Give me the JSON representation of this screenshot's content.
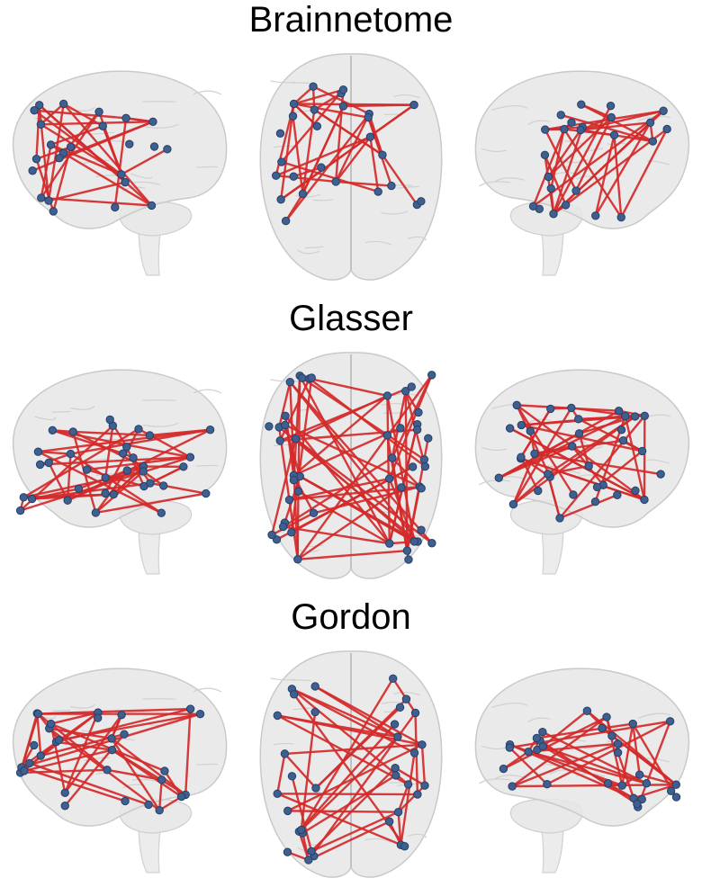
{
  "atlases": [
    {
      "title": "Brainnetome"
    },
    {
      "title": "Glasser"
    },
    {
      "title": "Gordon"
    }
  ],
  "views": [
    "left-lateral",
    "dorsal",
    "right-lateral"
  ],
  "colors": {
    "background": "#ffffff",
    "brain": "#e6e6e6",
    "edge": "#d42a2a",
    "node": "#3f5f8f"
  }
}
